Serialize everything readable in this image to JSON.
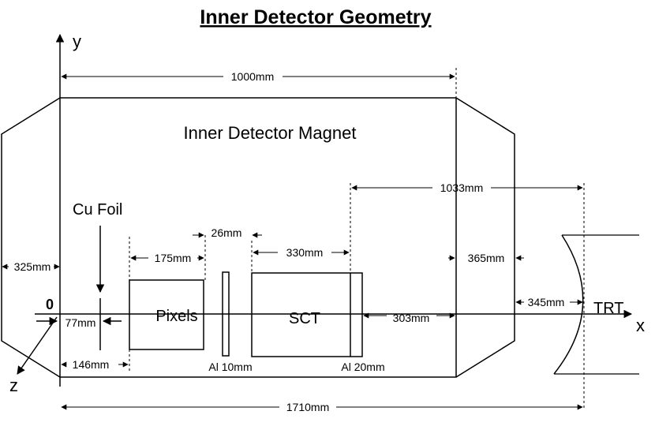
{
  "title": "Inner Detector Geometry",
  "axes": {
    "x": "x",
    "y": "y",
    "z": "z",
    "origin": "0"
  },
  "labels": {
    "magnet": "Inner Detector Magnet",
    "cu_foil": "Cu Foil",
    "pixels": "Pixels",
    "sct": "SCT",
    "trt": "TRT",
    "al10": "Al 10mm",
    "al20": "Al 20mm"
  },
  "dimensions": {
    "d1000": "1000mm",
    "d1033": "1033mm",
    "d325": "325mm",
    "d175": "175mm",
    "d26": "26mm",
    "d330": "330mm",
    "d365": "365mm",
    "d345": "345mm",
    "d303": "303mm",
    "d77": "77mm",
    "d146": "146mm",
    "d1710": "1710mm"
  }
}
